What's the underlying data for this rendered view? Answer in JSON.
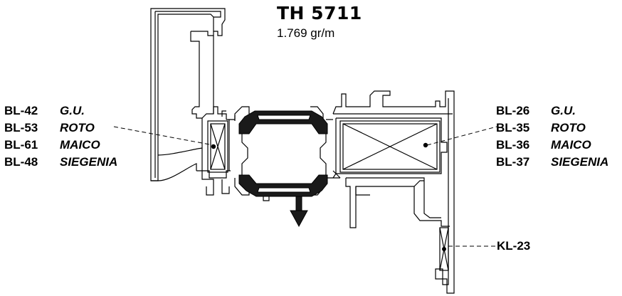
{
  "header": {
    "title": "TH 5711",
    "weight": "1.769 gr/m"
  },
  "left_hardware": [
    {
      "code": "BL-42",
      "brand": "G.U."
    },
    {
      "code": "BL-53",
      "brand": "ROTO"
    },
    {
      "code": "BL-61",
      "brand": "MAICO"
    },
    {
      "code": "BL-48",
      "brand": "SIEGENIA"
    }
  ],
  "right_hardware": [
    {
      "code": "BL-26",
      "brand": "G.U."
    },
    {
      "code": "BL-35",
      "brand": "ROTO"
    },
    {
      "code": "BL-36",
      "brand": "MAICO"
    },
    {
      "code": "BL-37",
      "brand": "SIEGENIA"
    }
  ],
  "seal_label": "KL-23",
  "colors": {
    "line": "#000000",
    "gasket": "#1a1a1a",
    "background": "#ffffff"
  }
}
